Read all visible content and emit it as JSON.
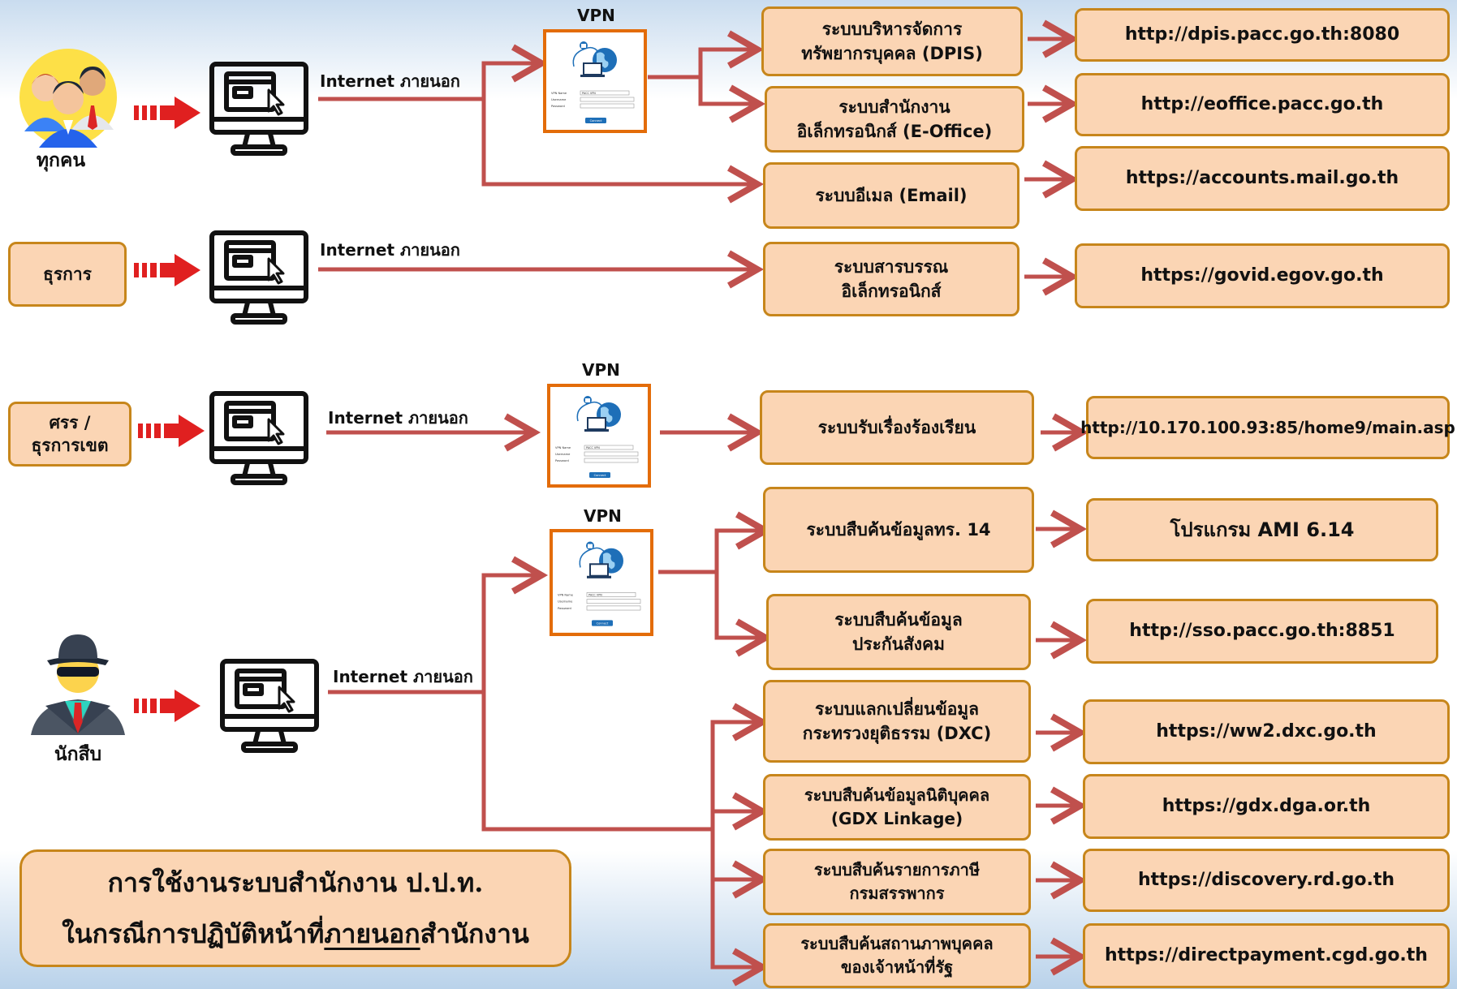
{
  "groups": {
    "everyone": {
      "label": "ทุกคน",
      "internet": "Internet ภายนอก",
      "vpn": "VPN",
      "systems": [
        {
          "lines": [
            "ระบบบริหารจัดการ",
            "ทรัพยากรบุคคล (DPIS)"
          ],
          "url": "http://dpis.pacc.go.th:8080"
        },
        {
          "lines": [
            "ระบบสำนักงาน",
            "อิเล็กทรอนิกส์ (E-Office)"
          ],
          "url": "http://eoffice.pacc.go.th"
        },
        {
          "lines": [
            "ระบบอีเมล (Email)"
          ],
          "url": "https://accounts.mail.go.th"
        }
      ]
    },
    "clerical": {
      "label": "ธุรการ",
      "internet": "Internet ภายนอก",
      "systems": [
        {
          "lines": [
            "ระบบสารบรรณ",
            "อิเล็กทรอนิกส์"
          ],
          "url": "https://govid.egov.go.th"
        }
      ]
    },
    "regional": {
      "label_lines": [
        "ศรร /",
        "ธุรการเขต"
      ],
      "internet": "Internet ภายนอก",
      "vpn": "VPN",
      "systems": [
        {
          "lines": [
            "ระบบรับเรื่องร้องเรียน"
          ],
          "url": "http://10.170.100.93:85/home9/main.asp"
        }
      ]
    },
    "investigator": {
      "label": "นักสืบ",
      "internet": "Internet ภายนอก",
      "vpn": "VPN",
      "systems": [
        {
          "lines": [
            "ระบบสืบค้นข้อมูลทร. 14"
          ],
          "url": "โปรแกรม AMI 6.14"
        },
        {
          "lines": [
            "ระบบสืบค้นข้อมูล",
            "ประกันสังคม"
          ],
          "url": "http://sso.pacc.go.th:8851"
        },
        {
          "lines": [
            "ระบบแลกเปลี่ยนข้อมูล",
            "กระทรวงยุติธรรม (DXC)"
          ],
          "url": "https://ww2.dxc.go.th"
        },
        {
          "lines": [
            "ระบบสืบค้นข้อมูลนิติบุคคล",
            "(GDX Linkage)"
          ],
          "url": "https://gdx.dga.or.th"
        },
        {
          "lines": [
            "ระบบสืบค้นรายการภาษี",
            "กรมสรรพากร"
          ],
          "url": "https://discovery.rd.go.th"
        },
        {
          "lines": [
            "ระบบสืบค้นสถานภาพบุคคล",
            "ของเจ้าหน้าที่รัฐ"
          ],
          "url": "https://directpayment.cgd.go.th"
        }
      ]
    }
  },
  "vpn_dialog": {
    "name_label": "VPN Name",
    "name_value": "PACC VPN",
    "user_label": "Username",
    "pass_label": "Password",
    "button": "Connect"
  },
  "summary": {
    "line1": "การใช้งานระบบสำนักงาน ป.ป.ท.",
    "line2_before": "ในกรณีการปฏิบัติหน้าที่",
    "line2_underlined": "ภายนอก",
    "line2_after": "สำนักงาน"
  },
  "colors": {
    "box_fill": "#fbd5b4",
    "box_border": "#c7861b",
    "arrow": "#c0504d",
    "vpn_border": "#e36c09",
    "monitor": "#111111"
  }
}
